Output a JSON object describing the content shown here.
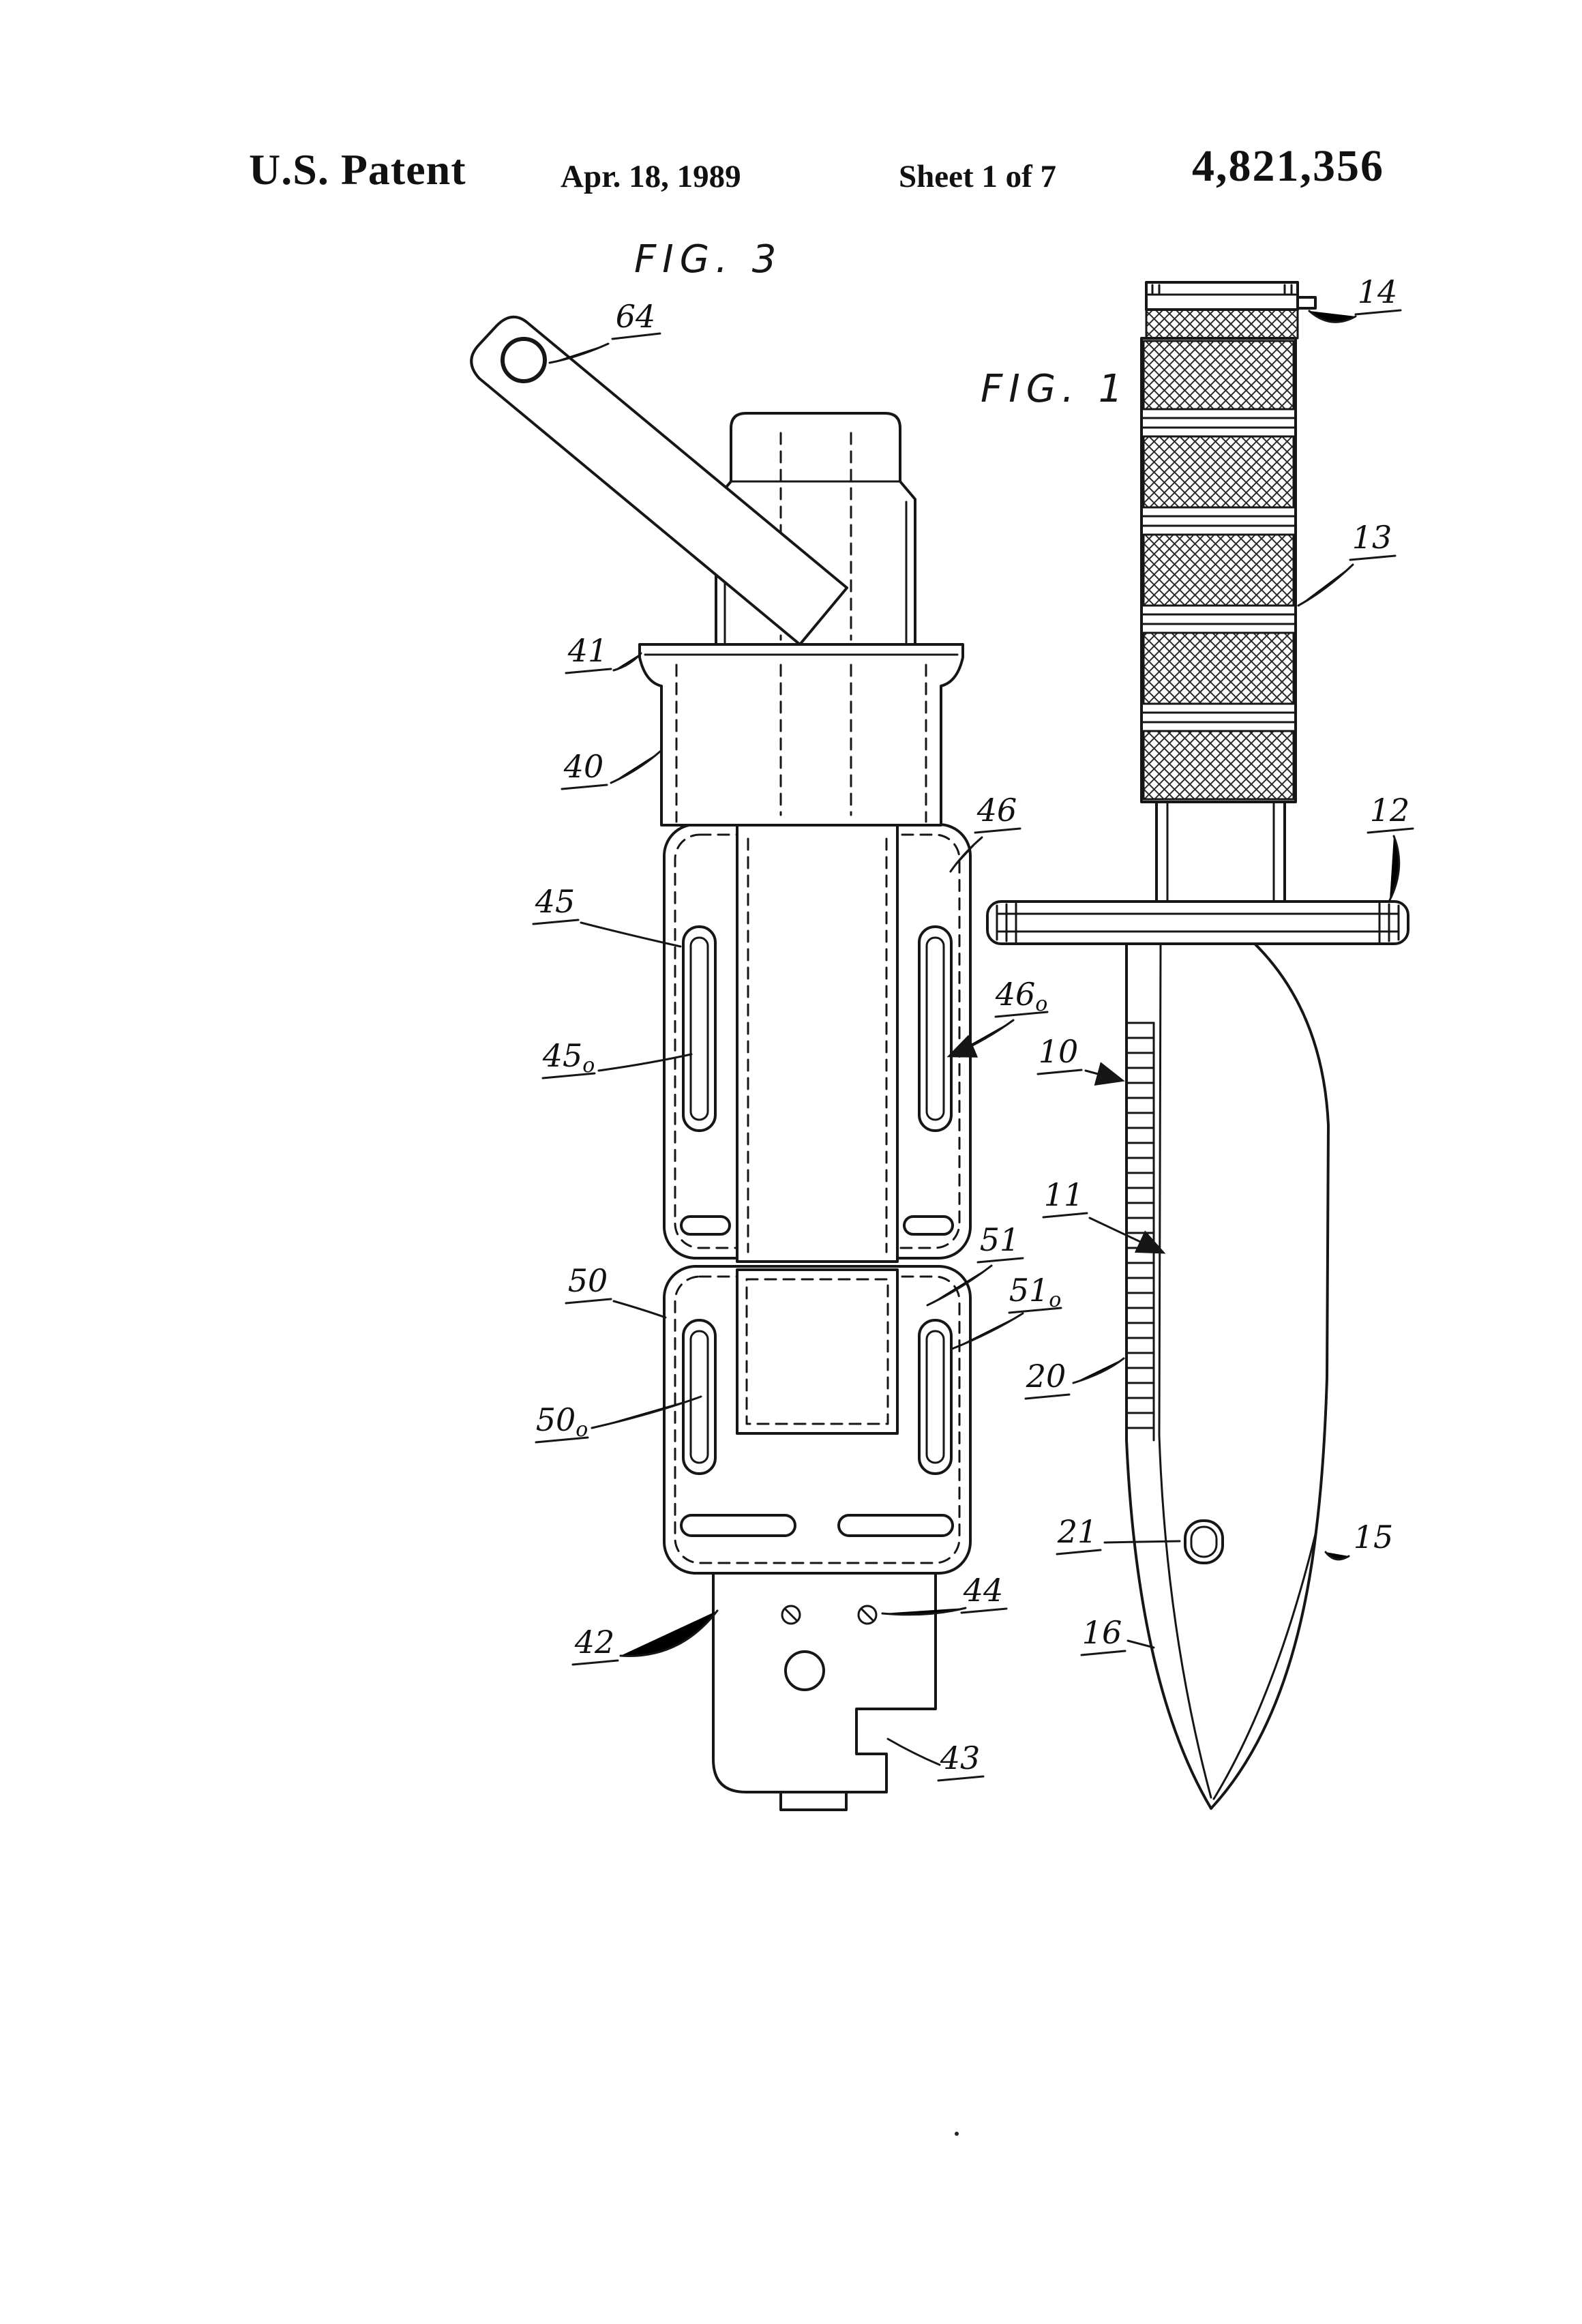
{
  "page": {
    "background": "#ffffff",
    "ink": "#161616"
  },
  "header": {
    "publication": "U.S. Patent",
    "date": "Apr. 18, 1989",
    "sheet": "Sheet 1 of 7",
    "patent_number": "4,821,356"
  },
  "figures": {
    "fig3": {
      "label": "FIG. 3",
      "refs": {
        "r64": "64",
        "r41": "41",
        "r40": "40",
        "r45": "45",
        "r50": "50",
        "r42": "42",
        "r46": "46",
        "r51": "51",
        "r44": "44",
        "r43": "43",
        "r45a": {
          "base": "45",
          "sub": "o"
        },
        "r46a": {
          "base": "46",
          "sub": "o"
        },
        "r50a": {
          "base": "50",
          "sub": "o"
        },
        "r51a": {
          "base": "51",
          "sub": "o"
        }
      }
    },
    "fig1": {
      "label": "FIG. 1",
      "refs": {
        "r14": "14",
        "r13": "13",
        "r12": "12",
        "r10": "10",
        "r11": "11",
        "r20": "20",
        "r21": "21",
        "r16": "16",
        "r15": "15"
      }
    }
  }
}
